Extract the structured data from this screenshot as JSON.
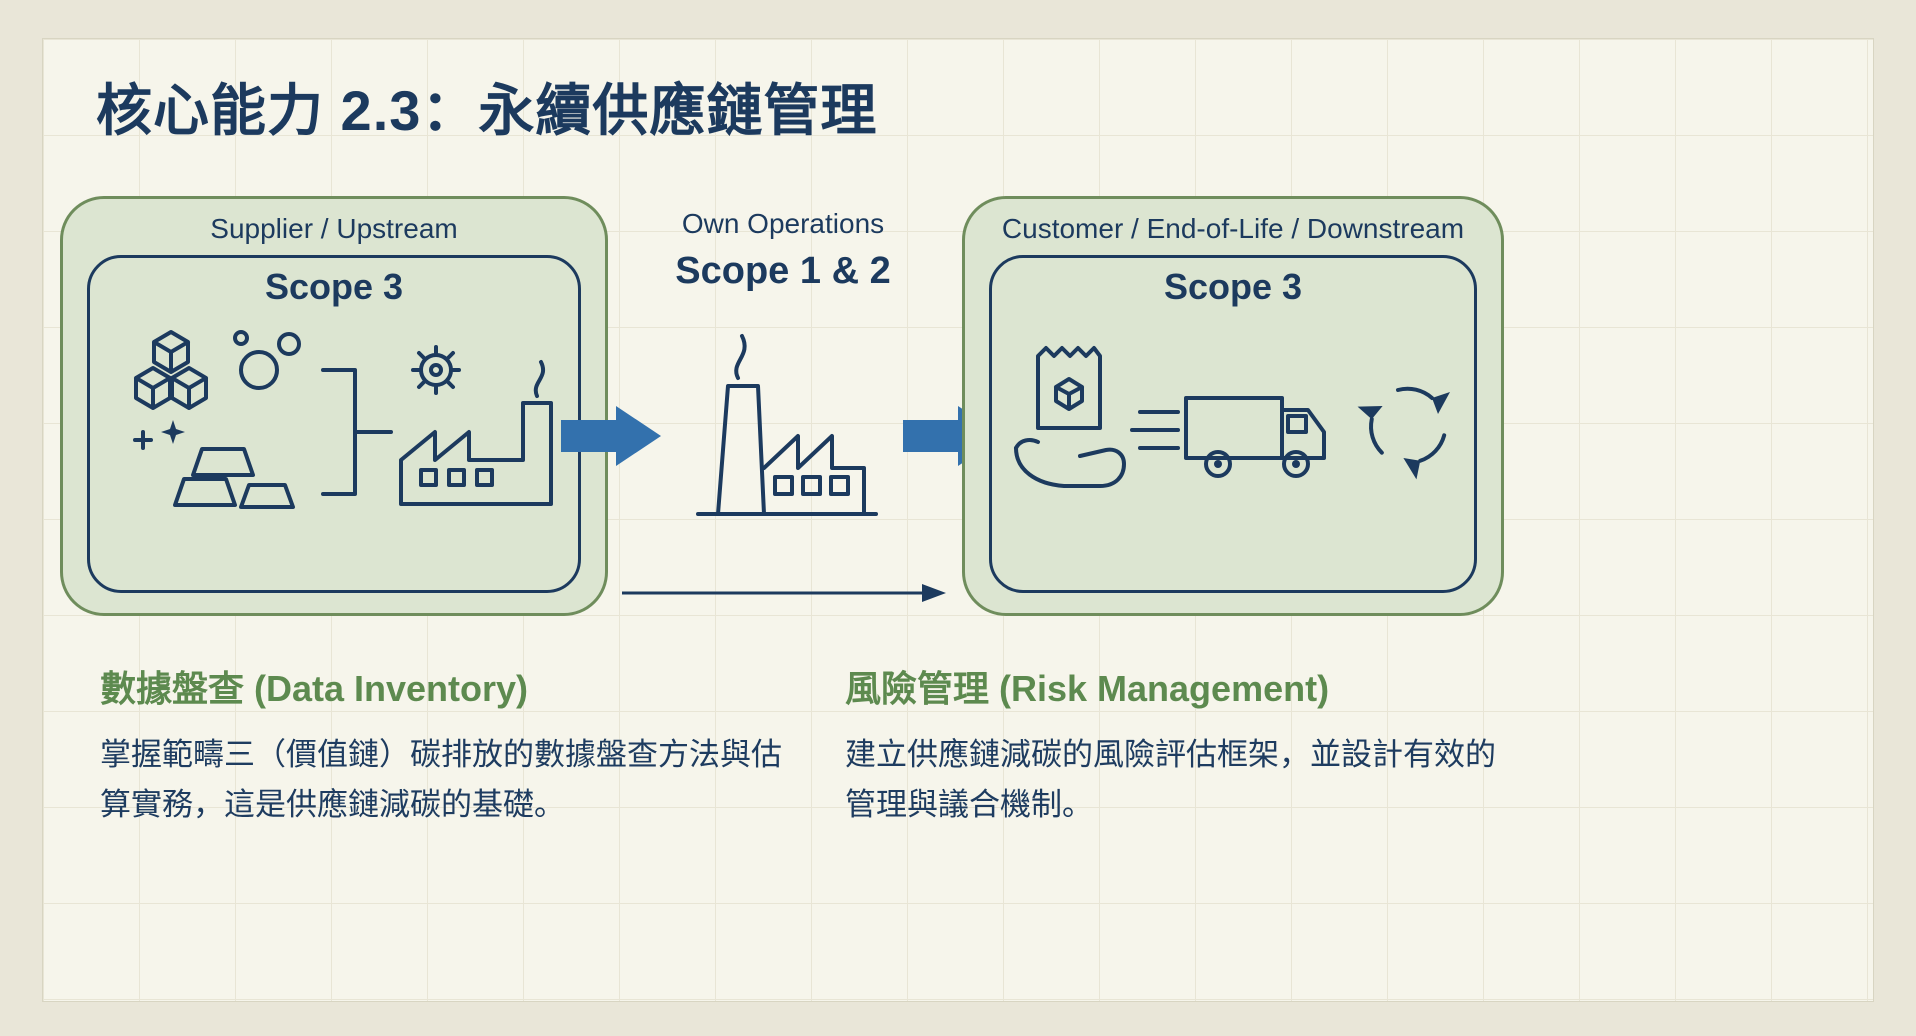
{
  "title": "核心能力 2.3：永續供應鏈管理",
  "flow": {
    "supplier": {
      "label": "Supplier / Upstream",
      "scope": "Scope 3"
    },
    "own": {
      "label": "Own Operations",
      "scope": "Scope 1 & 2"
    },
    "customer": {
      "label": "Customer / End-of-Life / Downstream",
      "scope": "Scope 3"
    }
  },
  "icons": {
    "supplier": [
      "raw-materials-cubes-icon",
      "bubbles-icon",
      "sparkle-icon",
      "gold-ingots-icon",
      "bracket-connector-icon",
      "gear-icon",
      "factory-icon"
    ],
    "own": [
      "factory-chimney-icon"
    ],
    "customer": [
      "hand-package-icon",
      "delivery-truck-icon",
      "recycle-icon"
    ],
    "arrows": [
      "flow-arrow-left",
      "flow-arrow-right",
      "bypass-arrow"
    ]
  },
  "sections": {
    "data_inventory": {
      "heading": "數據盤查 (Data Inventory)",
      "body": "掌握範疇三（價值鏈）碳排放的數據盤查方法與估算實務，這是供應鏈減碳的基礎。"
    },
    "risk_management": {
      "heading": "風險管理 (Risk Management)",
      "body": "建立供應鏈減碳的風險評估框架，並設計有效的管理與議合機制。"
    }
  },
  "colors": {
    "navy": "#1c3a5e",
    "green_border": "#6f8d5c",
    "green_fill": "#dce5d1",
    "green_text": "#5d8a4f",
    "arrow_blue": "#3371ad",
    "background_outer": "#e9e6d8",
    "background_panel": "#f6f5eb"
  }
}
